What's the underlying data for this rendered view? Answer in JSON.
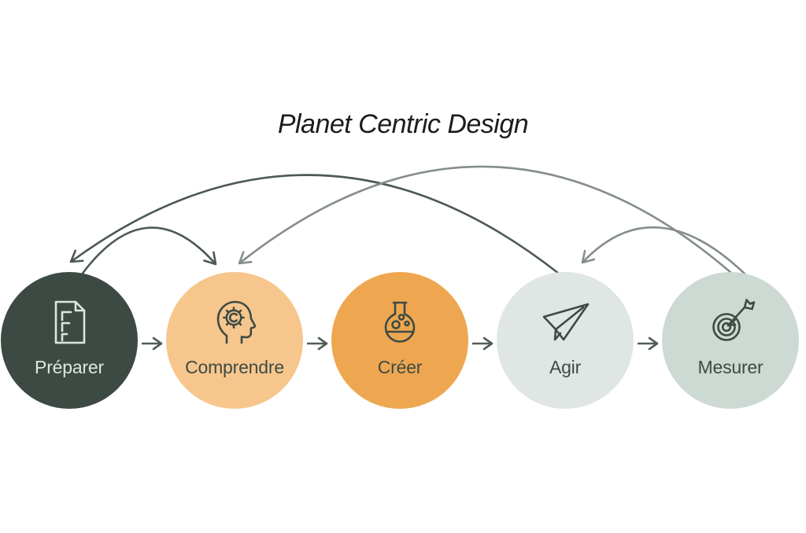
{
  "title": "Planet Centric Design",
  "stages": [
    {
      "label": "Préparer",
      "icon": "document-icon",
      "circle_color": "#3C4A43",
      "text_color": "#DCE7E0",
      "icon_color": "#DCE7E0"
    },
    {
      "label": "Comprendre",
      "icon": "head-gear-icon",
      "circle_color": "#F7C68D",
      "text_color": "#3E4B44",
      "icon_color": "#3E4B44"
    },
    {
      "label": "Créer",
      "icon": "flask-icon",
      "circle_color": "#EEA750",
      "text_color": "#3E4B44",
      "icon_color": "#3E4B44"
    },
    {
      "label": "Agir",
      "icon": "paper-plane-icon",
      "circle_color": "#DFE6E3",
      "text_color": "#3E4B44",
      "icon_color": "#3E4B44"
    },
    {
      "label": "Mesurer",
      "icon": "target-arrow-icon",
      "circle_color": "#CCDAD3",
      "text_color": "#3E4B44",
      "icon_color": "#3E4B44"
    }
  ],
  "arrows": {
    "flow": [
      {
        "from": "Préparer",
        "to": "Comprendre"
      },
      {
        "from": "Comprendre",
        "to": "Créer"
      },
      {
        "from": "Créer",
        "to": "Agir"
      },
      {
        "from": "Agir",
        "to": "Mesurer"
      }
    ],
    "feedback": [
      {
        "from": "Agir",
        "to": "Préparer",
        "color": "#4C5952"
      },
      {
        "from": "Préparer",
        "to": "Comprendre",
        "color": "#4C5952"
      },
      {
        "from": "Mesurer",
        "to": "Comprendre",
        "color": "#858E89"
      },
      {
        "from": "Mesurer",
        "to": "Agir",
        "color": "#858E89"
      }
    ],
    "flow_color": "#515D56"
  },
  "colors": {
    "background": "#FFFFFF",
    "title_text": "#1C1C1B",
    "dark_arc": "#4C5952",
    "gray_arc": "#858E89",
    "flow_arrow": "#515D56"
  }
}
